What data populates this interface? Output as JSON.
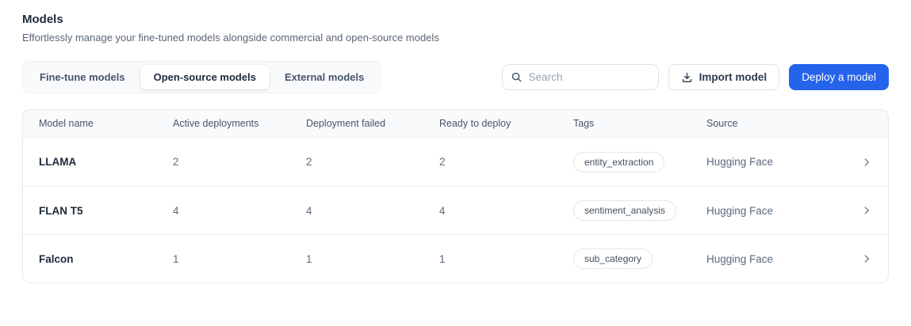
{
  "page": {
    "title": "Models",
    "subtitle": "Effortlessly manage your fine-tuned models alongside commercial and open-source models"
  },
  "tabs": [
    {
      "label": "Fine-tune models",
      "active": false
    },
    {
      "label": "Open-source models",
      "active": true
    },
    {
      "label": "External models",
      "active": false
    }
  ],
  "toolbar": {
    "search_placeholder": "Search",
    "search_value": "",
    "import_label": "Import model",
    "deploy_label": "Deploy a model"
  },
  "icons": {
    "search": "search-icon",
    "import": "download-icon",
    "row_nav": "chevron-right-icon"
  },
  "colors": {
    "primary_button": "#2563eb",
    "header_row_bg": "#f8fafc",
    "card_border": "#e4e8ee",
    "muted_text": "#5a6a7e"
  },
  "table": {
    "columns": [
      "Model name",
      "Active deployments",
      "Deployment failed",
      "Ready to deploy",
      "Tags",
      "Source"
    ],
    "rows": [
      {
        "model_name": "LLAMA",
        "active_deployments": "2",
        "deployment_failed": "2",
        "ready_to_deploy": "2",
        "tag": "entity_extraction",
        "source": "Hugging Face"
      },
      {
        "model_name": "FLAN T5",
        "active_deployments": "4",
        "deployment_failed": "4",
        "ready_to_deploy": "4",
        "tag": "sentiment_analysis",
        "source": "Hugging Face"
      },
      {
        "model_name": "Falcon",
        "active_deployments": "1",
        "deployment_failed": "1",
        "ready_to_deploy": "1",
        "tag": "sub_category",
        "source": "Hugging Face"
      }
    ]
  }
}
